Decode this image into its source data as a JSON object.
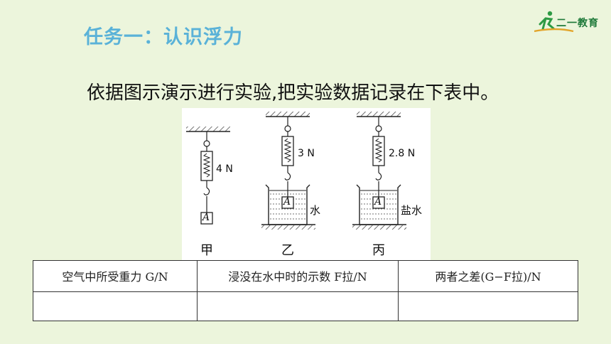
{
  "header": {
    "title": "任务一：认识浮力"
  },
  "logo": {
    "text": "二一教育",
    "icon": "running-figure-icon",
    "color": "#1f7a3a"
  },
  "instruction": "依据图示演示进行实验,把实验数据记录在下表中。",
  "figure": {
    "setups": [
      {
        "caption": "甲",
        "reading": "4 N",
        "block": "A",
        "liquid": ""
      },
      {
        "caption": "乙",
        "reading": "3 N",
        "block": "A",
        "liquid": "水"
      },
      {
        "caption": "丙",
        "reading": "2.8 N",
        "block": "A",
        "liquid": "盐水"
      }
    ]
  },
  "table": {
    "headers": [
      "空气中所受重力 G/N",
      "浸没在水中时的示数 F拉/N",
      "两者之差(G−F拉)/N"
    ],
    "rows": [
      [
        "",
        "",
        ""
      ]
    ]
  },
  "colors": {
    "title": "#5ab2d8",
    "background": "#ecf5dc"
  }
}
